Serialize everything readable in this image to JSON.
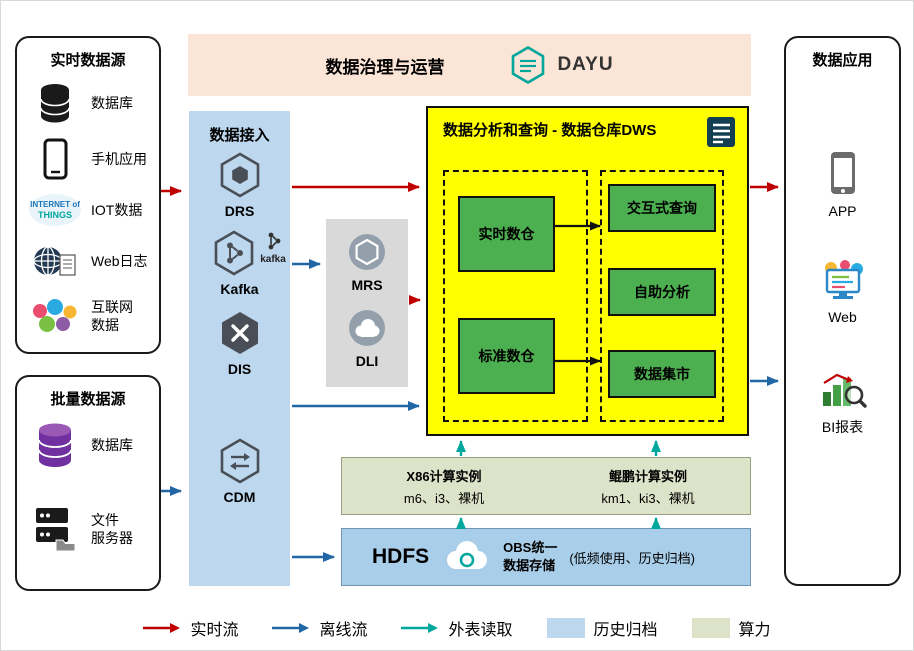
{
  "colors": {
    "banner_bg": "#FBE5D6",
    "ingest_bg": "#BDD7EE",
    "processing_bg": "#D9D9D9",
    "dws_bg": "#FFFF00",
    "green_box": "#4CAF50",
    "compute_bg": "#DDE3C9",
    "storage_bg": "#A9CEE9",
    "realtime_flow": "#C00000",
    "offline_flow": "#2166A5",
    "external_read": "#00A79D"
  },
  "banner": {
    "title": "数据治理与运营",
    "logo_text": "DAYU"
  },
  "realtime_sources": {
    "title": "实时数据源",
    "iot_words": {
      "line1": "INTERNET of",
      "line2": "THINGS"
    },
    "items": [
      {
        "label": "数据库"
      },
      {
        "label": "手机应用"
      },
      {
        "label": "IOT数据"
      },
      {
        "label": "Web日志"
      },
      {
        "label": "互联网\n数据"
      }
    ]
  },
  "batch_sources": {
    "title": "批量数据源",
    "items": [
      {
        "label": "数据库"
      },
      {
        "label": "文件\n服务器"
      }
    ]
  },
  "ingestion": {
    "title": "数据接入",
    "kafka_badge": "kafka",
    "services": [
      "DRS",
      "Kafka",
      "DIS",
      "CDM"
    ]
  },
  "processing": {
    "services": [
      "MRS",
      "DLI"
    ]
  },
  "dws": {
    "title": "数据分析和查询 - 数据仓库DWS",
    "warehouses": [
      "实时数仓",
      "标准数仓"
    ],
    "services": [
      "交互式查询",
      "自助分析",
      "数据集市"
    ]
  },
  "compute": {
    "x86": {
      "title": "X86计算实例",
      "spec": "m6、i3、裸机"
    },
    "kunpeng": {
      "title": "鲲鹏计算实例",
      "spec": "km1、ki3、裸机"
    }
  },
  "storage": {
    "hdfs": "HDFS",
    "obs_title": "OBS统一\n数据存储",
    "note": "(低频使用、历史归档)"
  },
  "applications": {
    "title": "数据应用",
    "items": [
      {
        "label": "APP"
      },
      {
        "label": "Web"
      },
      {
        "label": "BI报表"
      }
    ]
  },
  "legend": {
    "items": [
      {
        "label": "实时流",
        "type": "arrow",
        "color": "#C00000"
      },
      {
        "label": "离线流",
        "type": "arrow",
        "color": "#2166A5"
      },
      {
        "label": "外表读取",
        "type": "arrow",
        "color": "#00A79D"
      },
      {
        "label": "历史归档",
        "type": "swatch",
        "color": "#BDD7EE"
      },
      {
        "label": "算力",
        "type": "swatch",
        "color": "#DDE3C9"
      }
    ]
  }
}
